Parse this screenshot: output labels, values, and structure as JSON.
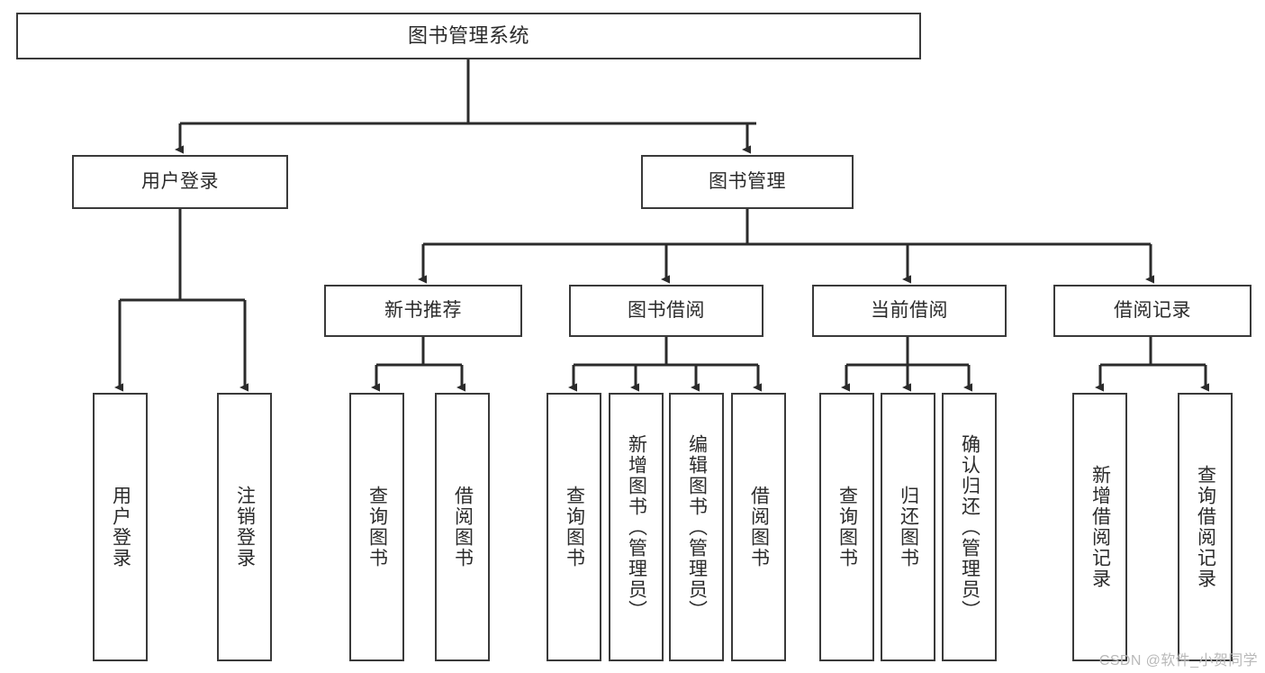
{
  "diagram": {
    "title": "图书管理系统",
    "type": "tree-hierarchy-chart",
    "colors": {
      "box_border": "#3a3a3a",
      "box_fill": "#ffffff",
      "connector": "#2b2b2b",
      "text": "#2b2b2b",
      "watermark": "#b9b9b9",
      "background": "#ffffff"
    },
    "nodes": {
      "root": {
        "label": "图书管理系统"
      },
      "level2": [
        {
          "id": "user-login",
          "label": "用户登录"
        },
        {
          "id": "book-manage",
          "label": "图书管理"
        }
      ],
      "level3": [
        {
          "id": "new-book-recommend",
          "label": "新书推荐"
        },
        {
          "id": "book-borrow",
          "label": "图书借阅"
        },
        {
          "id": "current-borrow",
          "label": "当前借阅"
        },
        {
          "id": "borrow-record",
          "label": "借阅记录"
        }
      ],
      "leaves": {
        "user_login": [
          {
            "id": "leaf-user-login",
            "label": "用户登录"
          },
          {
            "id": "leaf-logout-login",
            "label": "注销登录"
          }
        ],
        "new_book_recommend": [
          {
            "id": "leaf-query-book-1",
            "label": "查询图书"
          },
          {
            "id": "leaf-borrow-book-1",
            "label": "借阅图书"
          }
        ],
        "book_borrow": [
          {
            "id": "leaf-query-book-2",
            "label": "查询图书"
          },
          {
            "id": "leaf-add-book",
            "label": "新增图书（管理员）"
          },
          {
            "id": "leaf-edit-book",
            "label": "编辑图书（管理员）"
          },
          {
            "id": "leaf-borrow-book-2",
            "label": "借阅图书"
          }
        ],
        "current_borrow": [
          {
            "id": "leaf-query-book-3",
            "label": "查询图书"
          },
          {
            "id": "leaf-return-book",
            "label": "归还图书"
          },
          {
            "id": "leaf-confirm-return",
            "label": "确认归还（管理员）"
          }
        ],
        "borrow_record": [
          {
            "id": "leaf-add-borrow-record",
            "label": "新增借阅记录"
          },
          {
            "id": "leaf-query-borrow-record",
            "label": "查询借阅记录"
          }
        ]
      }
    }
  },
  "watermark": {
    "text": "CSDN @软件_小贺同学"
  }
}
